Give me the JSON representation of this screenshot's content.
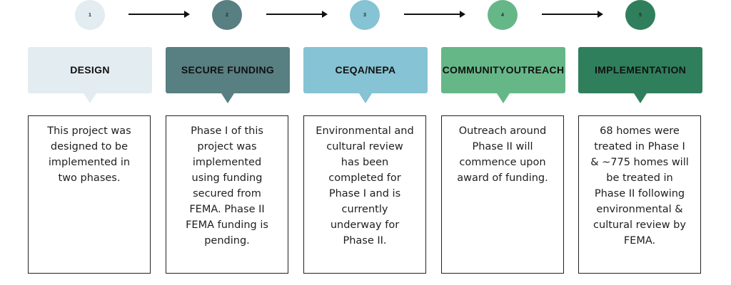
{
  "steps": [
    {
      "number": "1",
      "title_lines": [
        "DESIGN"
      ],
      "color": "#e3ecf1",
      "text_color": "#111111",
      "description_lines": [
        "This project was",
        "designed to be",
        "implemented in",
        "two phases."
      ]
    },
    {
      "number": "2",
      "title_lines": [
        "SECURE FUNDING"
      ],
      "color": "#587f82",
      "text_color": "#111111",
      "description_lines": [
        "Phase I of this",
        "project was",
        "implemented",
        "using funding",
        "secured from",
        "FEMA. Phase II",
        "FEMA funding is",
        "pending."
      ]
    },
    {
      "number": "3",
      "title_lines": [
        "CEQA/NEPA"
      ],
      "color": "#86c3d4",
      "text_color": "#111111",
      "description_lines": [
        "Environmental and",
        "cultural review",
        "has been",
        "completed for",
        "Phase I and is",
        "currently",
        "underway for",
        "Phase II."
      ]
    },
    {
      "number": "4",
      "title_lines": [
        "COMMUNITY",
        "OUTREACH"
      ],
      "color": "#66b787",
      "text_color": "#111111",
      "description_lines": [
        "Outreach around",
        "Phase II will",
        "commence upon",
        "award of funding."
      ]
    },
    {
      "number": "5",
      "title_lines": [
        "IMPLEMENTATION"
      ],
      "color": "#2f7f5c",
      "text_color": "#111111",
      "description_lines": [
        "68 homes were",
        "treated in Phase I",
        "& ~775 homes will",
        "be treated in",
        "Phase II following",
        "environmental &",
        "cultural review by",
        "FEMA."
      ]
    }
  ]
}
